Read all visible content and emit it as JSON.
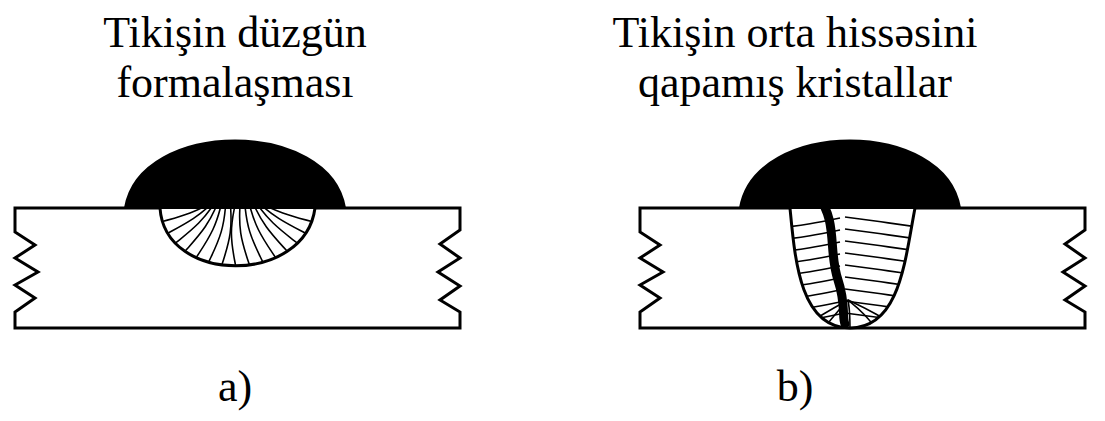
{
  "diagram": {
    "labels": [
      "Tikişin düzgün formalaşması",
      "Tikişin orta hissəsini qapamış kristallar",
      "a)",
      "b)"
    ]
  }
}
